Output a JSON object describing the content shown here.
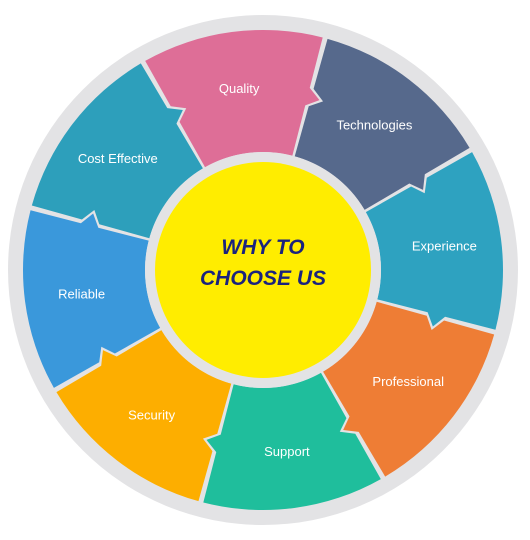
{
  "center": {
    "line1": "WHY TO",
    "line2": "CHOOSE US",
    "color": "#FFED00",
    "text_color": "#1A237E"
  },
  "ring_color": "#E3E3E5",
  "segments": [
    {
      "label": "Technologies",
      "color": "#56698C"
    },
    {
      "label": "Experience",
      "color": "#2EA2C0"
    },
    {
      "label": "Professional",
      "color": "#EE7D35"
    },
    {
      "label": "Support",
      "color": "#1FBE9C"
    },
    {
      "label": "Security",
      "color": "#FDAE00"
    },
    {
      "label": "Reliable",
      "color": "#3A98DB"
    },
    {
      "label": "Cost Effective",
      "color": "#2D9FBB"
    },
    {
      "label": "Quality",
      "color": "#DE6E97"
    }
  ]
}
